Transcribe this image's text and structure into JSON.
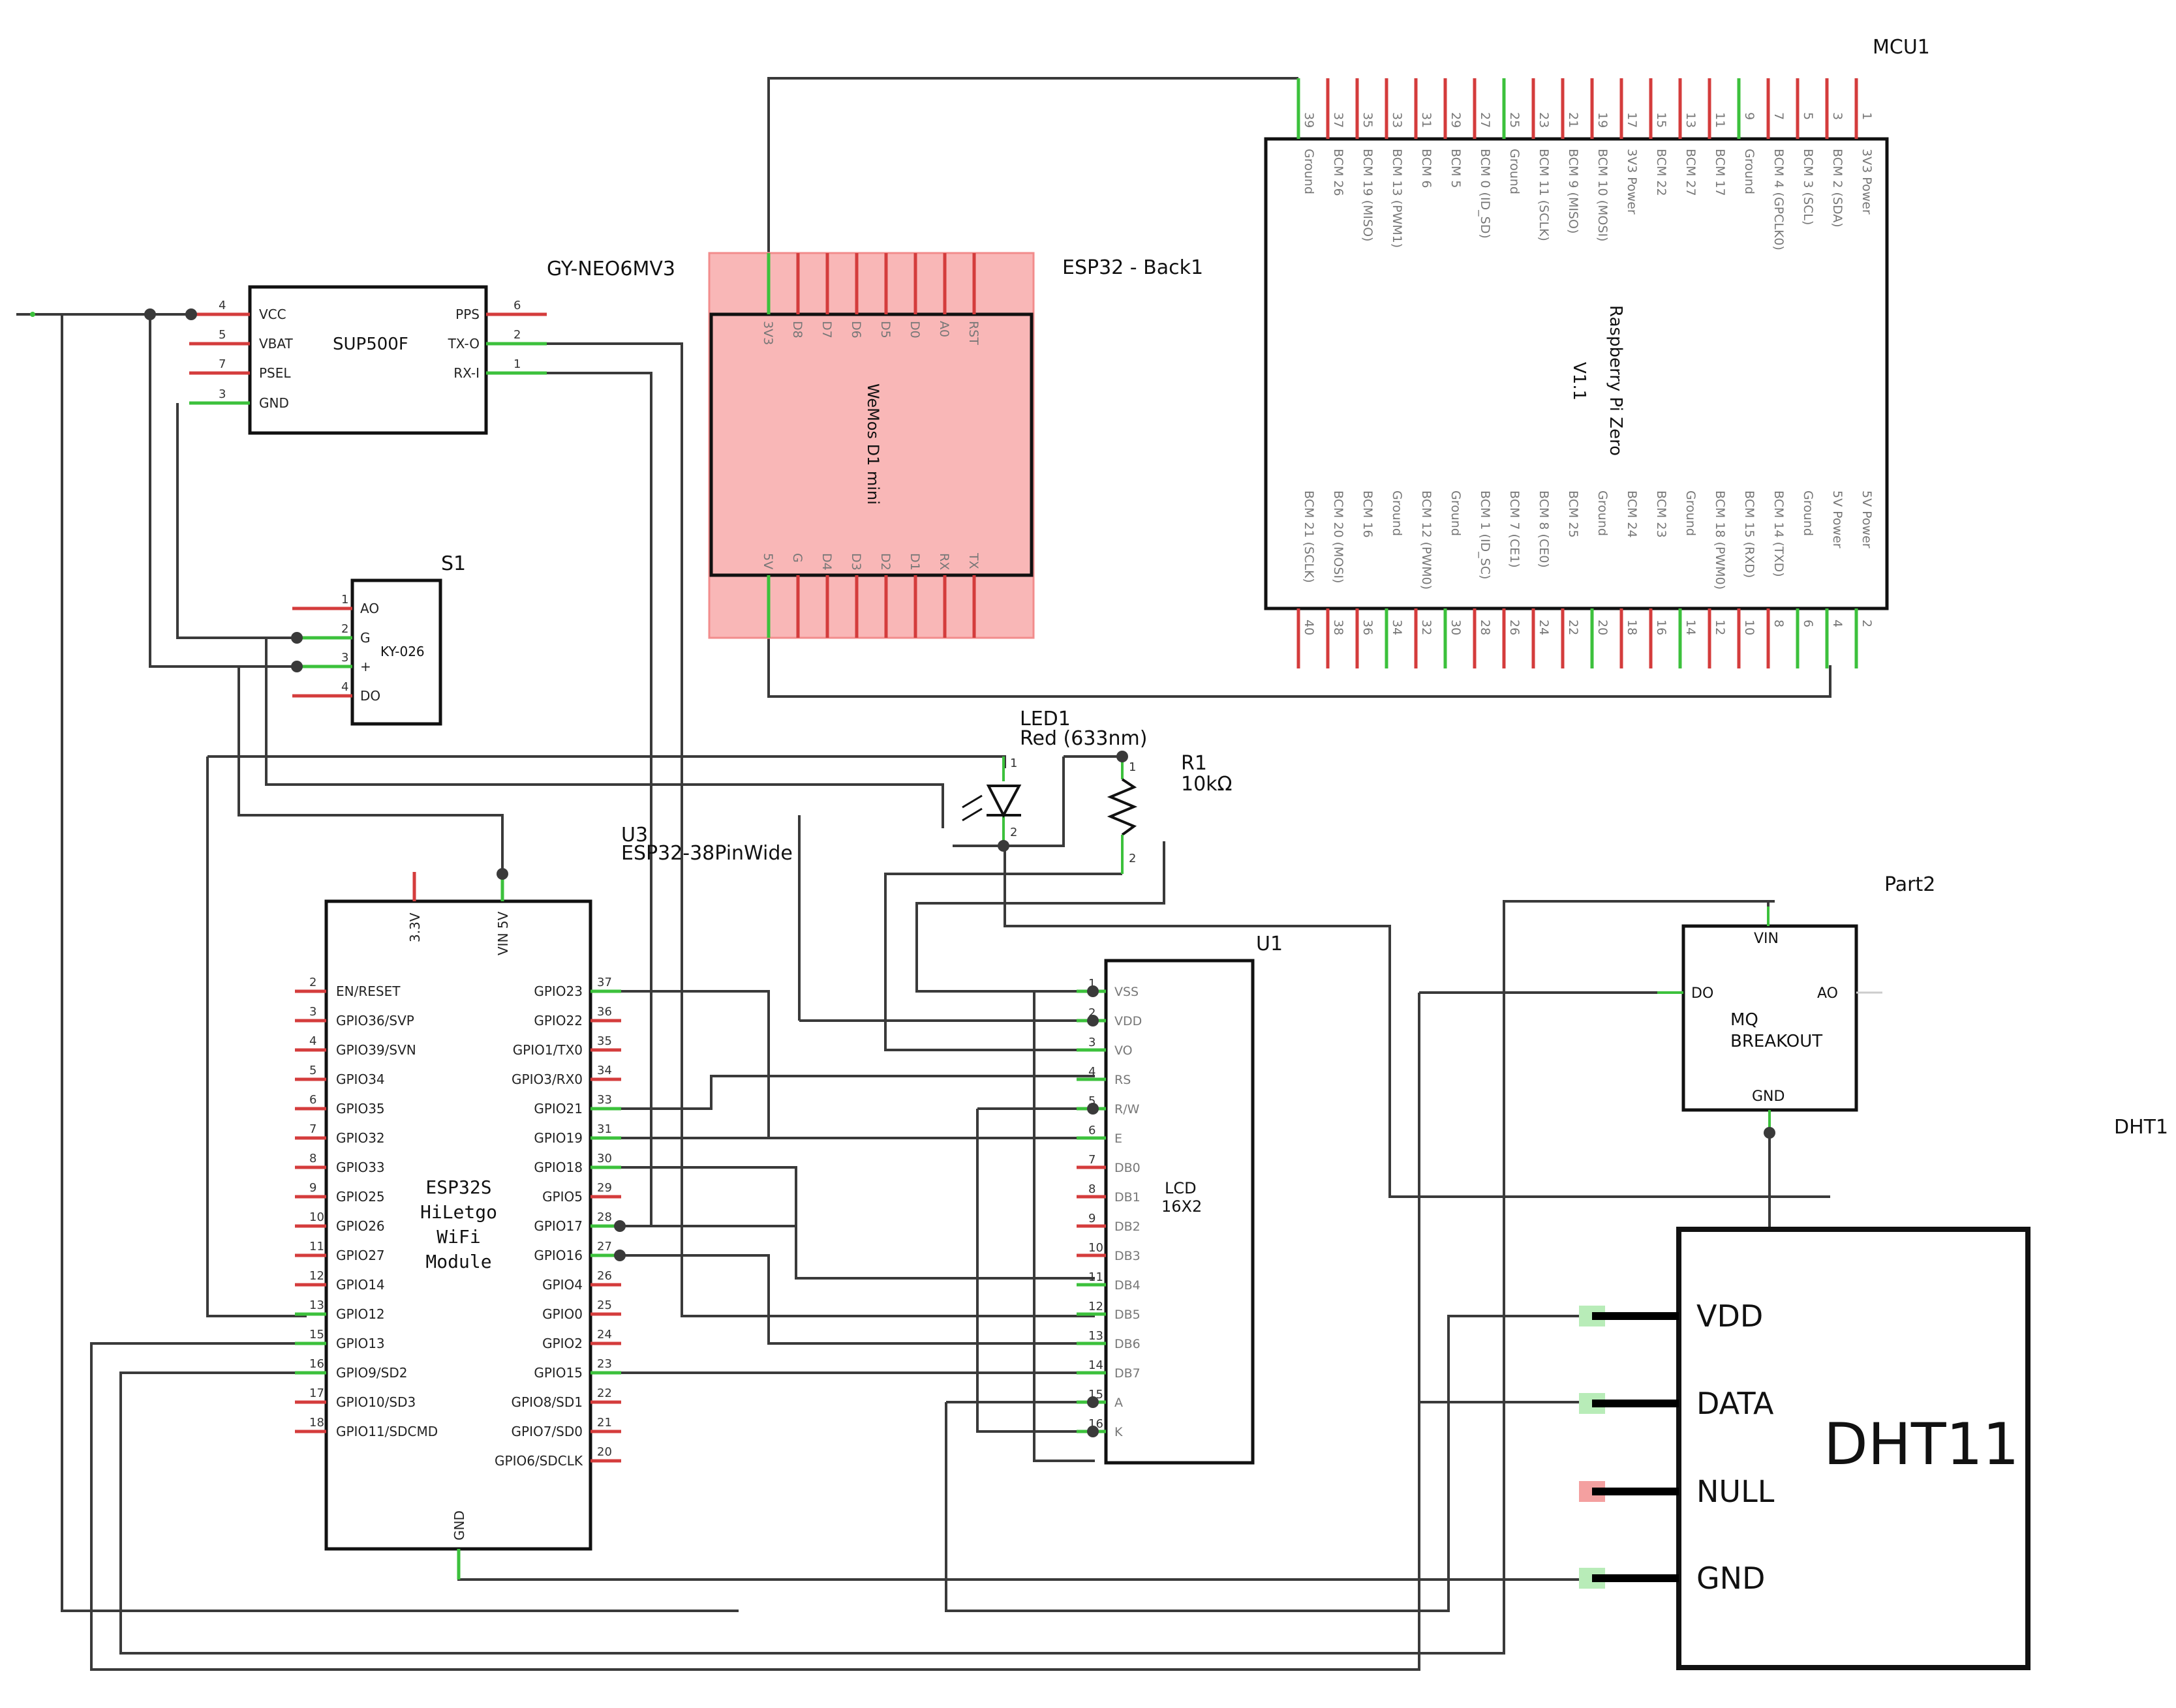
{
  "colors": {
    "wire": "#3a3a3a",
    "pin_power": "#d43c3c",
    "pin_signal": "#3cc13c",
    "wemos_fill": "#f9b7b7",
    "wemos_outline": "#f28c8c"
  },
  "parts": {
    "gps": {
      "name": "GY-NEO6MV3",
      "chip": "SUP500F",
      "pins_left": [
        {
          "num": "4",
          "label": "VCC"
        },
        {
          "num": "5",
          "label": "VBAT"
        },
        {
          "num": "7",
          "label": "PSEL"
        },
        {
          "num": "3",
          "label": "GND"
        }
      ],
      "pins_right": [
        {
          "num": "6",
          "label": "PPS"
        },
        {
          "num": "2",
          "label": "TX-O"
        },
        {
          "num": "1",
          "label": "RX-I"
        }
      ]
    },
    "s1": {
      "name": "S1",
      "chip": "KY-026",
      "pins": [
        {
          "num": "1",
          "label": "AO"
        },
        {
          "num": "2",
          "label": "G"
        },
        {
          "num": "3",
          "label": "+"
        },
        {
          "num": "4",
          "label": "DO"
        }
      ]
    },
    "wemos": {
      "name": "ESP32 - Back1",
      "chip": "WeMos D1 mini",
      "top_pins": [
        "3V3",
        "D8",
        "D7",
        "D6",
        "D5",
        "D0",
        "A0",
        "RST"
      ],
      "bottom_pins": [
        "5V",
        "G",
        "D4",
        "D3",
        "D2",
        "D1",
        "RX",
        "TX"
      ]
    },
    "rpi": {
      "name": "MCU1",
      "chip": "Raspberry Pi Zero",
      "version": "V1.1",
      "top_nums": [
        "39",
        "37",
        "35",
        "33",
        "31",
        "29",
        "27",
        "25",
        "23",
        "21",
        "19",
        "17",
        "15",
        "13",
        "11",
        "9",
        "7",
        "5",
        "3",
        "1"
      ],
      "top_labels": [
        "Ground",
        "BCM 26",
        "BCM 19 (MISO)",
        "BCM 13 (PWM1)",
        "BCM 6",
        "BCM 5",
        "BCM 0 (ID_SD)",
        "Ground",
        "BCM 11 (SCLK)",
        "BCM 9 (MISO)",
        "BCM 10 (MOSI)",
        "3V3 Power",
        "BCM 22",
        "BCM 27",
        "BCM 17",
        "Ground",
        "BCM 4 (GPCLK0)",
        "BCM 3 (SCL)",
        "BCM 2 (SDA)",
        "3V3 Power"
      ],
      "bottom_nums": [
        "40",
        "38",
        "36",
        "34",
        "32",
        "30",
        "28",
        "26",
        "24",
        "22",
        "20",
        "18",
        "16",
        "14",
        "12",
        "10",
        "8",
        "6",
        "4",
        "2"
      ],
      "bottom_labels": [
        "BCM 21 (SCLK)",
        "BCM 20 (MOSI)",
        "BCM 16",
        "Ground",
        "BCM 12 (PWM0)",
        "Ground",
        "BCM 1 (ID_SC)",
        "BCM 7 (CE1)",
        "BCM 8 (CE0)",
        "BCM 25",
        "Ground",
        "BCM 24",
        "BCM 23",
        "Ground",
        "BCM 18 (PWM0)",
        "BCM 15 (RXD)",
        "BCM 14 (TXD)",
        "Ground",
        "5V Power",
        "5V Power"
      ]
    },
    "led1": {
      "name": "LED1",
      "value": "Red (633nm)"
    },
    "r1": {
      "name": "R1",
      "value": "10kΩ"
    },
    "esp32": {
      "name": "U3",
      "model": "ESP32-38PinWide",
      "body_lines": [
        "ESP32S",
        "HiLetgo",
        "WiFi",
        "Module"
      ],
      "top_pins": [
        "3.3V",
        "VIN 5V"
      ],
      "bottom_pin": "GND",
      "left_pins": [
        {
          "num": "2",
          "label": "EN/RESET"
        },
        {
          "num": "3",
          "label": "GPIO36/SVP"
        },
        {
          "num": "4",
          "label": "GPIO39/SVN"
        },
        {
          "num": "5",
          "label": "GPIO34"
        },
        {
          "num": "6",
          "label": "GPIO35"
        },
        {
          "num": "7",
          "label": "GPIO32"
        },
        {
          "num": "8",
          "label": "GPIO33"
        },
        {
          "num": "9",
          "label": "GPIO25"
        },
        {
          "num": "10",
          "label": "GPIO26"
        },
        {
          "num": "11",
          "label": "GPIO27"
        },
        {
          "num": "12",
          "label": "GPIO14"
        },
        {
          "num": "13",
          "label": "GPIO12"
        },
        {
          "num": "15",
          "label": "GPIO13"
        },
        {
          "num": "16",
          "label": "GPIO9/SD2"
        },
        {
          "num": "17",
          "label": "GPIO10/SD3"
        },
        {
          "num": "18",
          "label": "GPIO11/SDCMD"
        }
      ],
      "right_pins": [
        {
          "num": "37",
          "label": "GPIO23"
        },
        {
          "num": "36",
          "label": "GPIO22"
        },
        {
          "num": "35",
          "label": "GPIO1/TX0"
        },
        {
          "num": "34",
          "label": "GPIO3/RX0"
        },
        {
          "num": "33",
          "label": "GPIO21"
        },
        {
          "num": "31",
          "label": "GPIO19"
        },
        {
          "num": "30",
          "label": "GPIO18"
        },
        {
          "num": "29",
          "label": "GPIO5"
        },
        {
          "num": "28",
          "label": "GPIO17"
        },
        {
          "num": "27",
          "label": "GPIO16"
        },
        {
          "num": "26",
          "label": "GPIO4"
        },
        {
          "num": "25",
          "label": "GPIO0"
        },
        {
          "num": "24",
          "label": "GPIO2"
        },
        {
          "num": "23",
          "label": "GPIO15"
        },
        {
          "num": "22",
          "label": "GPIO8/SD1"
        },
        {
          "num": "21",
          "label": "GPIO7/SD0"
        },
        {
          "num": "20",
          "label": "GPIO6/SDCLK"
        }
      ]
    },
    "lcd": {
      "name": "U1",
      "title_lines": [
        "LCD",
        "16X2"
      ],
      "pins": [
        {
          "num": "1",
          "label": "VSS"
        },
        {
          "num": "2",
          "label": "VDD"
        },
        {
          "num": "3",
          "label": "VO"
        },
        {
          "num": "4",
          "label": "RS"
        },
        {
          "num": "5",
          "label": "R/W"
        },
        {
          "num": "6",
          "label": "E"
        },
        {
          "num": "7",
          "label": "DB0"
        },
        {
          "num": "8",
          "label": "DB1"
        },
        {
          "num": "9",
          "label": "DB2"
        },
        {
          "num": "10",
          "label": "DB3"
        },
        {
          "num": "11",
          "label": "DB4"
        },
        {
          "num": "12",
          "label": "DB5"
        },
        {
          "num": "13",
          "label": "DB6"
        },
        {
          "num": "14",
          "label": "DB7"
        },
        {
          "num": "15",
          "label": "A"
        },
        {
          "num": "16",
          "label": "K"
        }
      ]
    },
    "mq": {
      "name": "Part2",
      "title_lines": [
        "MQ",
        "BREAKOUT"
      ],
      "pins": {
        "vin": "VIN",
        "do": "DO",
        "ao": "AO",
        "gnd": "GND"
      }
    },
    "dht": {
      "name": "DHT1",
      "chip": "DHT11",
      "pins": [
        "VDD",
        "DATA",
        "NULL",
        "GND"
      ]
    }
  }
}
